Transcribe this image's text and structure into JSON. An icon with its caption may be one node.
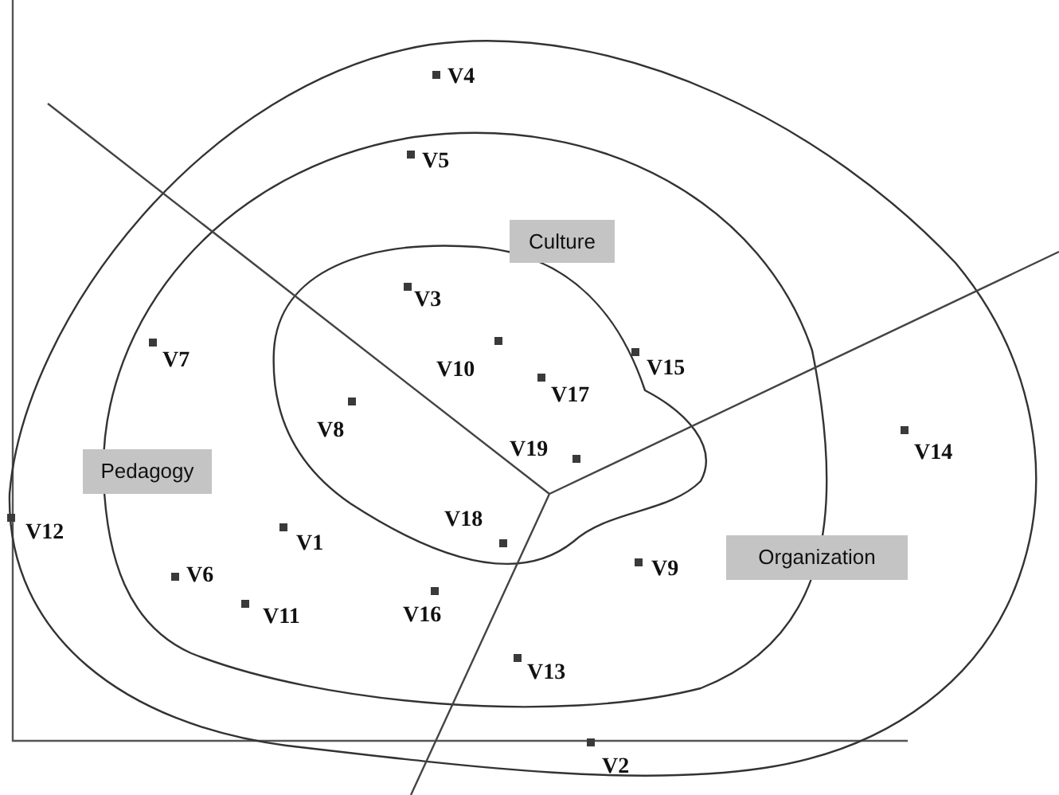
{
  "diagram": {
    "nodes": [
      {
        "text": [
          "Culture"
        ]
      },
      {
        "text": [
          "Pedagogy"
        ]
      },
      {
        "text": [
          "Organization"
        ]
      }
    ],
    "labels": [
      "V4",
      "V5",
      "V3",
      "V7",
      "V10",
      "V15",
      "V17",
      "V8",
      "V19",
      "V14",
      "V12",
      "V18",
      "V1",
      "V9",
      "V6",
      "V11",
      "V16",
      "V13",
      "V2"
    ]
  }
}
